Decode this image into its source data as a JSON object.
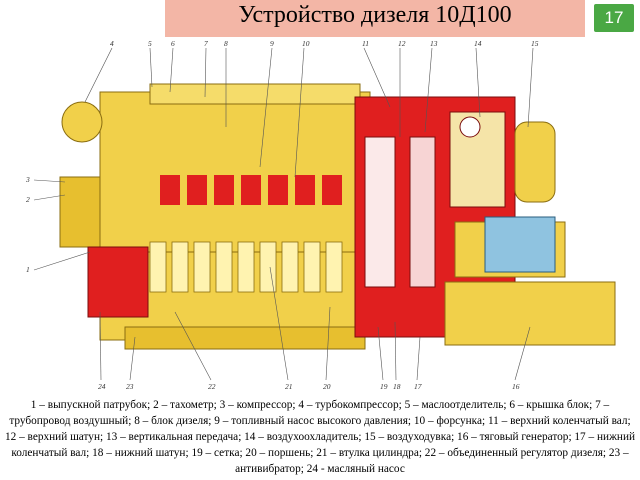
{
  "slide": {
    "title": "Устройство дизеля 10Д100",
    "page_number": "17"
  },
  "figure": {
    "callouts_top": [
      "4",
      "5",
      "6",
      "7",
      "8",
      "9",
      "10",
      "11",
      "12",
      "13",
      "14",
      "15"
    ],
    "callouts_left": [
      "3",
      "2",
      "1"
    ],
    "callouts_bottom": [
      "24",
      "23",
      "22",
      "21",
      "20",
      "19",
      "18",
      "17",
      "16"
    ]
  },
  "caption": "1 – выпускной патрубок; 2 – тахометр; 3 – компрессор; 4 – турбокомпрессор; 5 – маслоотделитель; 6 – крышка блок; 7 – трубопровод воздушный; 8 – блок дизеля; 9 – топливный насос высокого давления; 10 – форсунка; 11 – верхний коленчатый вал; 12 – верхний шатун; 13 – вертикальная передача; 14 – воздухоохладитель; 15 – воздуходувка; 16 – тяговый генератор; 17 – нижний коленчатый вал; 18 – нижний шатун; 19 – сетка; 20 – поршень; 21 – втулка цилиндра; 22 – объединенный регулятор дизеля; 23 – антивибратор; 24  - масляный насос",
  "colors": {
    "engine_body": "#f1d04a",
    "cutaway_red": "#e01f1f",
    "generator_blue": "#8fc3e0",
    "title_bar": "#f3b6a6",
    "badge": "#4aa844"
  }
}
